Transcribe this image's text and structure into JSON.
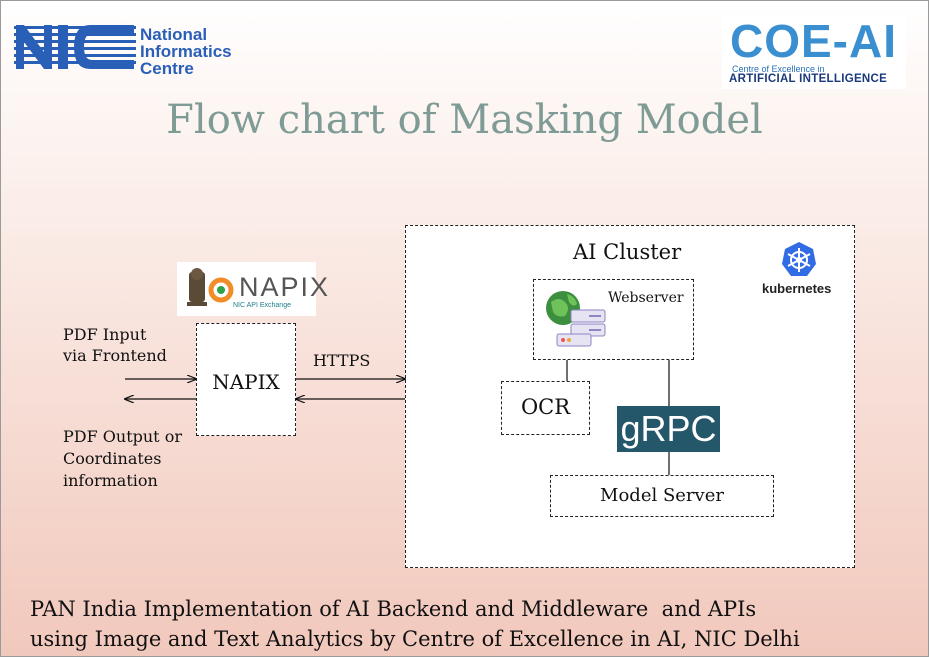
{
  "slide": {
    "title": "Flow chart of Masking Model",
    "footer_line1": "PAN India Implementation of AI Backend and Middleware  and APIs",
    "footer_line2": "using Image and Text Analytics by Centre of Excellence in AI, NIC Delhi"
  },
  "logos": {
    "nic": {
      "mark": "NIC",
      "line1": "National",
      "line2": "Informatics",
      "line3": "Centre",
      "color": "#2a5fb8"
    },
    "coe": {
      "main": "COE-AI",
      "sub1": "Centre of Excellence in",
      "sub2": "ARTIFICIAL INTELLIGENCE",
      "color": "#3a8fd0"
    },
    "napix": {
      "word": "NAPIX",
      "sub": "NIC API Exchange"
    },
    "kubernetes": {
      "label": "kubernetes",
      "color": "#326ce5"
    },
    "grpc": {
      "label": "gRPC",
      "color": "#25576a"
    }
  },
  "diagram": {
    "input_label_1": "PDF Input",
    "input_label_2": "via Frontend",
    "output_label_1": "PDF Output or",
    "output_label_2": "Coordinates",
    "output_label_3": "information",
    "napix_box": "NAPIX",
    "https_label": "HTTPS",
    "cluster_title": "AI Cluster",
    "webserver_label": "Webserver",
    "ocr_label": "OCR",
    "model_server_label": "Model Server"
  }
}
